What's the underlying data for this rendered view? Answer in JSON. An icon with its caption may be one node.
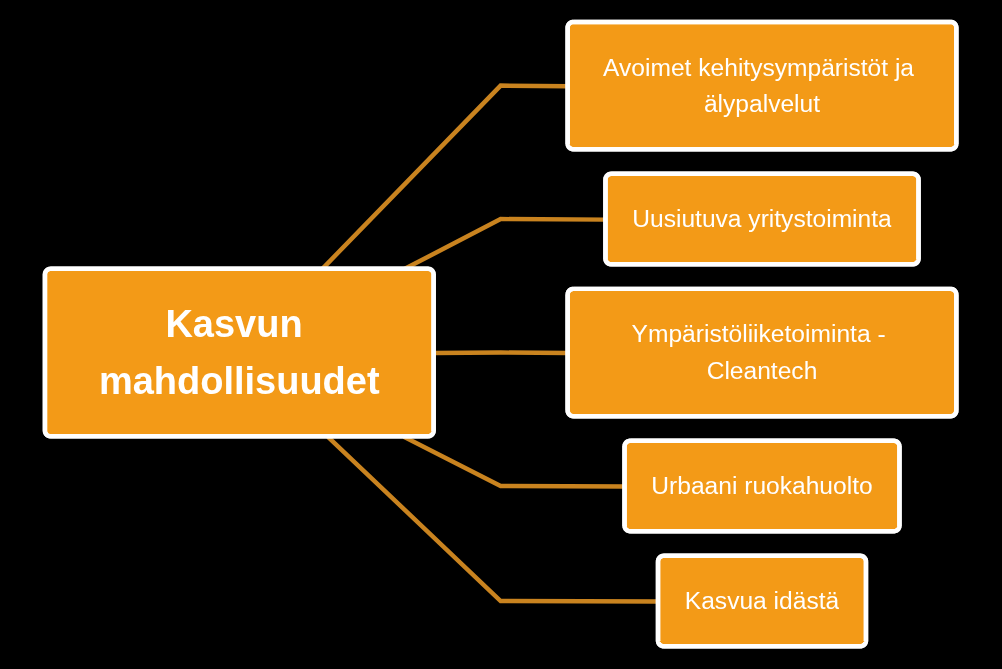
{
  "diagram": {
    "nodes": [
      {
        "text": [
          "Kasvun mahdollisuudet"
        ]
      },
      {
        "text": [
          "Avoimet kehitysympäristöt ja älypalvelut"
        ]
      },
      {
        "text": [
          "Uusiutuva yritystoiminta"
        ]
      },
      {
        "text": [
          "Ympäristöliiketoiminta - Cleantech"
        ]
      },
      {
        "text": [
          "Urbaani ruokahuolto"
        ]
      },
      {
        "text": [
          "Kasvua idästä"
        ]
      }
    ],
    "edges": [
      {
        "from": 0,
        "to": 1,
        "arrow": "none"
      },
      {
        "from": 0,
        "to": 2,
        "arrow": "none"
      },
      {
        "from": 0,
        "to": 3,
        "arrow": "none"
      },
      {
        "from": 0,
        "to": 4,
        "arrow": "none"
      },
      {
        "from": 0,
        "to": 5,
        "arrow": "none"
      }
    ]
  }
}
